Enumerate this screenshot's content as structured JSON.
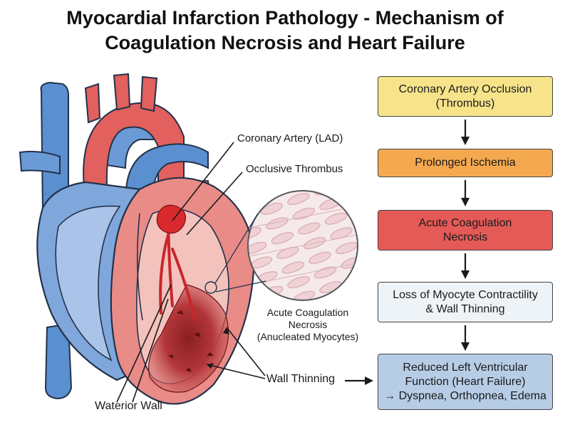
{
  "title": {
    "line1": "Myocardial Infarction Pathology - Mechanism of",
    "line2": "Coagulation Necrosis and Heart Failure"
  },
  "labels": {
    "coronary_artery": "Coronary Artery (LAD)",
    "thrombus": "Occlusive Thrombus",
    "necrosis_line1": "Acute Coagulation",
    "necrosis_line2": "Necrosis",
    "necrosis_line3": "(Anucleated Myocytes)",
    "wall_thinning": "Wall Thinning",
    "anterior_wall": "Waterior Wall"
  },
  "flow": [
    {
      "lines": [
        "Coronary Artery Occlusion",
        "(Thrombus)"
      ],
      "color": "#f7e48a"
    },
    {
      "lines": [
        "Prolonged Ischemia"
      ],
      "color": "#f4a94f"
    },
    {
      "lines": [
        "Acute Coagulation",
        "Necrosis"
      ],
      "color": "#e45a57"
    },
    {
      "lines": [
        "Loss of Myocyte Contractility",
        "& Wall Thinning"
      ],
      "color": "#eef3f8"
    },
    {
      "lines": [
        "Reduced Left Ventricular",
        "Function (Heart Failure)",
        "→ Dyspnea, Orthopnea, Edema"
      ],
      "color": "#b7cde6"
    }
  ]
}
